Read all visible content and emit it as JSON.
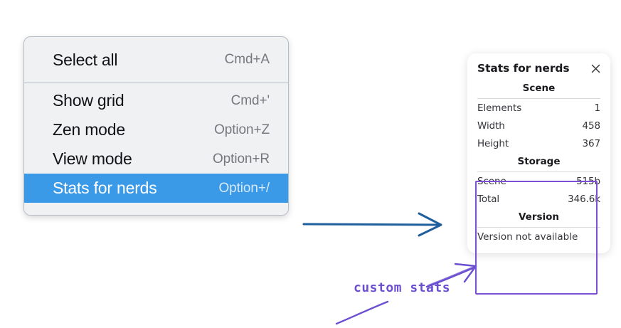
{
  "context_menu": {
    "name": "canvas-context-menu",
    "groups": [
      {
        "items": [
          {
            "label": "Select all",
            "shortcut": "Cmd+A",
            "highlighted": false
          }
        ]
      },
      {
        "items": [
          {
            "label": "Show grid",
            "shortcut": "Cmd+'",
            "highlighted": false
          },
          {
            "label": "Zen mode",
            "shortcut": "Option+Z",
            "highlighted": false
          },
          {
            "label": "View mode",
            "shortcut": "Option+R",
            "highlighted": false
          },
          {
            "label": "Stats for nerds",
            "shortcut": "Option+/",
            "highlighted": true
          }
        ]
      }
    ],
    "item_0_0_label": "Select all",
    "item_0_0_shortcut": "Cmd+A",
    "item_1_0_label": "Show grid",
    "item_1_0_shortcut": "Cmd+'",
    "item_1_1_label": "Zen mode",
    "item_1_1_shortcut": "Option+Z",
    "item_1_2_label": "View mode",
    "item_1_2_shortcut": "Option+R",
    "item_1_3_label": "Stats for nerds",
    "item_1_3_shortcut": "Option+/"
  },
  "stats_panel": {
    "title": "Stats for nerds",
    "close_icon": "close-icon",
    "sections": [
      {
        "heading": "Scene",
        "rows": [
          {
            "key": "Elements",
            "value": "1"
          },
          {
            "key": "Width",
            "value": "458"
          },
          {
            "key": "Height",
            "value": "367"
          }
        ]
      },
      {
        "heading": "Storage",
        "rows": [
          {
            "key": "Scene",
            "value": "515b"
          },
          {
            "key": "Total",
            "value": "346.6k"
          }
        ]
      },
      {
        "heading": "Version",
        "plain": "Version not available"
      }
    ],
    "scene_heading": "Scene",
    "scene_elements_key": "Elements",
    "scene_elements_value": "1",
    "scene_width_key": "Width",
    "scene_width_value": "458",
    "scene_height_key": "Height",
    "scene_height_value": "367",
    "storage_heading": "Storage",
    "storage_scene_key": "Scene",
    "storage_scene_value": "515b",
    "storage_total_key": "Total",
    "storage_total_value": "346.6k",
    "version_heading": "Version",
    "version_text": "Version not available"
  },
  "annotations": {
    "handwritten_note": "custom stats",
    "flow_arrow_icon": "arrow-right-icon",
    "pointer_arrow_icon": "arrow-pointer-icon",
    "underline_stroke_icon": "underline-stroke-icon"
  },
  "colors": {
    "menu_background": "#f0f1f3",
    "menu_border": "#b6bcc6",
    "menu_highlight": "#3b9ae8",
    "menu_text": "#111216",
    "menu_shortcut_text": "#75787e",
    "panel_background": "#ffffff",
    "panel_text": "#34343a",
    "highlight_box_purple": "#7c4fd6",
    "annotation_purple": "#6b4fd0",
    "flow_arrow_blue": "#1f5f9e"
  }
}
